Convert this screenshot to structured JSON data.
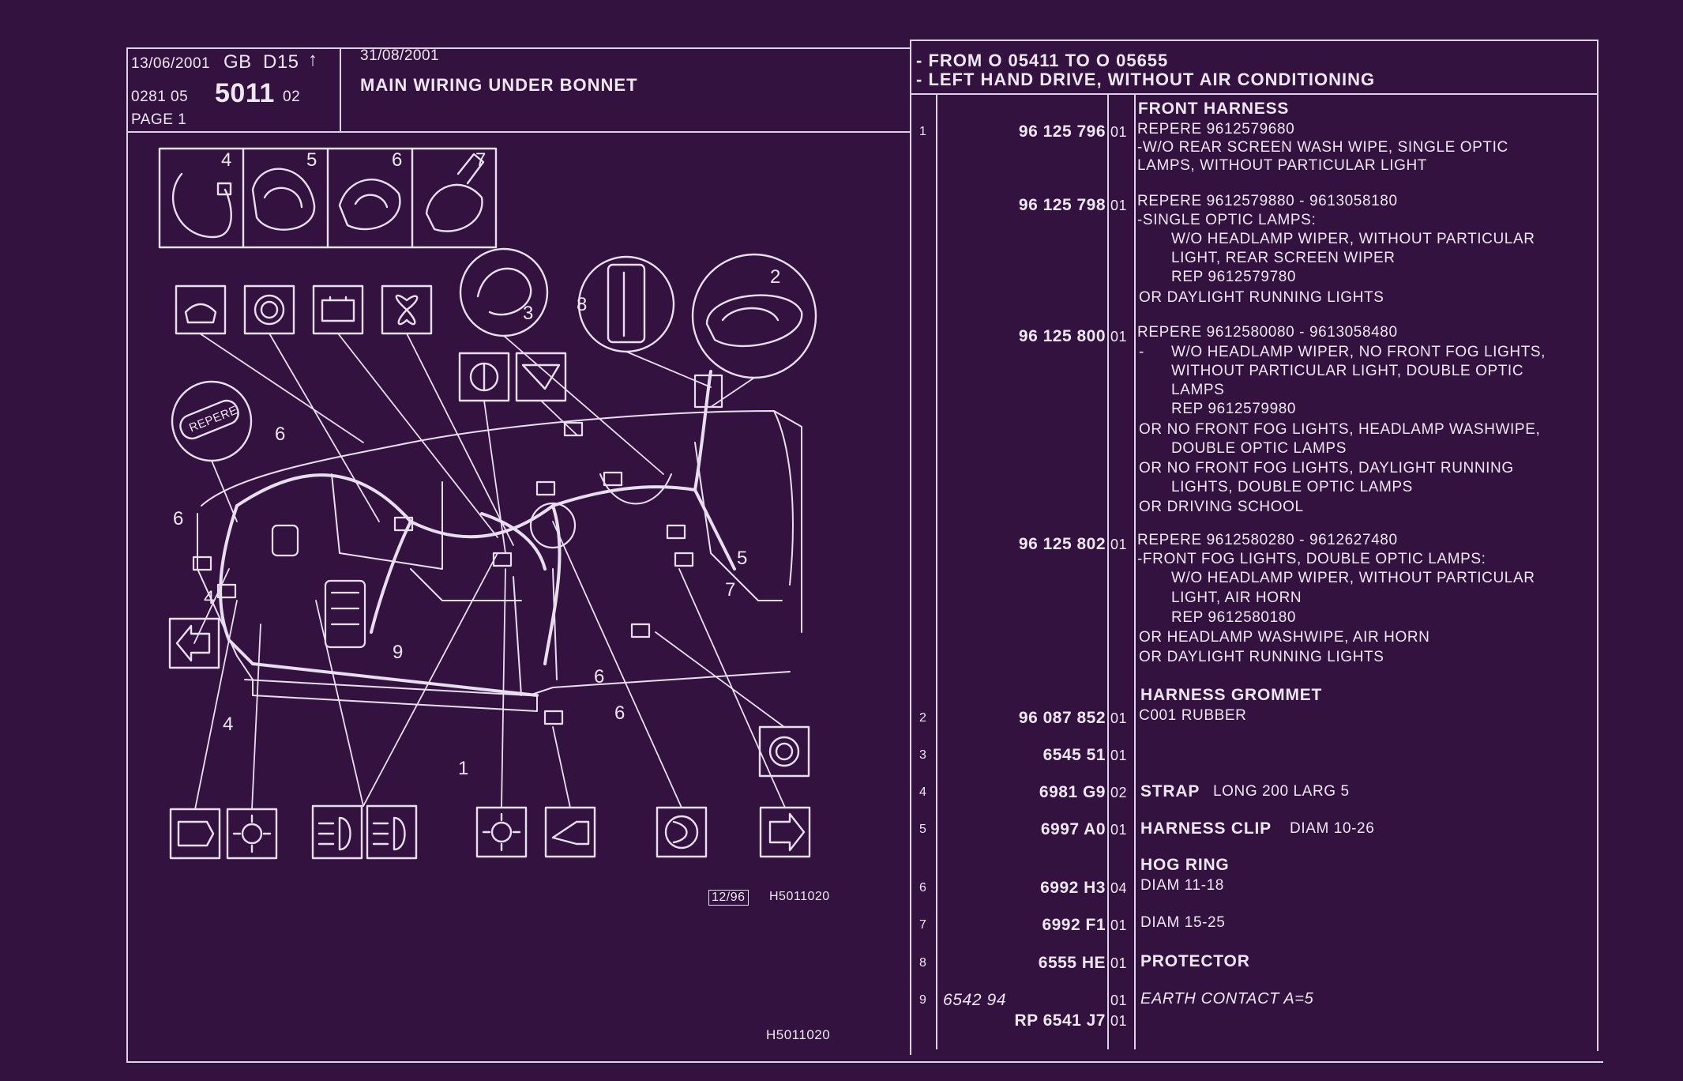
{
  "header": {
    "date1": "13/06/2001",
    "lang_code": "GB",
    "code2": "D15",
    "arrow": "↑",
    "doc_prefix": "0281 05",
    "doc_number": "5011",
    "doc_suffix": "02",
    "page": "PAGE 1",
    "date2": "31/08/2001",
    "title": "MAIN WIRING UNDER BONNET",
    "condition1": "- FROM O   05411 TO O   05655",
    "condition2": "- LEFT HAND DRIVE, WITHOUT AIR CONDITIONING"
  },
  "figure": {
    "date_code": "12/96",
    "fig_code": "H5011020",
    "bottom_code": "H5011020",
    "repere_tag": "REPERE",
    "callouts": [
      "1",
      "2",
      "3",
      "4",
      "5",
      "6",
      "7",
      "8",
      "9"
    ]
  },
  "parts": {
    "front_harness_heading": "FRONT HARNESS",
    "p1_num": "1",
    "p1a_ref": "96 125 796",
    "p1a_ind": "01",
    "p1a_lines": [
      "REPERE  9612579680",
      "-W/O REAR SCREEN WASH WIPE, SINGLE OPTIC",
      "LAMPS, WITHOUT PARTICULAR LIGHT"
    ],
    "p1b_ref": "96 125 798",
    "p1b_ind": "01",
    "p1b_lines": [
      "REPERE  9612579880 - 9613058180",
      "-SINGLE OPTIC LAMPS:",
      "W/O HEADLAMP WIPER, WITHOUT PARTICULAR",
      "LIGHT, REAR SCREEN WIPER",
      "REP 9612579780",
      "OR DAYLIGHT RUNNING LIGHTS"
    ],
    "p1c_ref": "96 125 800",
    "p1c_ind": "01",
    "p1c_lines": [
      "REPERE  9612580080 - 9613058480",
      "-",
      "W/O HEADLAMP WIPER, NO FRONT FOG LIGHTS,",
      "WITHOUT PARTICULAR LIGHT, DOUBLE OPTIC",
      "LAMPS",
      "REP 9612579980",
      "OR NO FRONT FOG LIGHTS, HEADLAMP WASHWIPE,",
      "DOUBLE OPTIC LAMPS",
      "OR NO FRONT FOG LIGHTS, DAYLIGHT RUNNING",
      "LIGHTS, DOUBLE OPTIC LAMPS",
      "OR DRIVING SCHOOL"
    ],
    "p1d_ref": "96 125 802",
    "p1d_ind": "01",
    "p1d_lines": [
      "REPERE  9612580280 - 9612627480",
      "-FRONT FOG LIGHTS, DOUBLE OPTIC LAMPS:",
      "W/O HEADLAMP WIPER, WITHOUT PARTICULAR",
      "LIGHT, AIR HORN",
      "REP 9612580180",
      "OR HEADLAMP WASHWIPE, AIR HORN",
      "OR DAYLIGHT RUNNING LIGHTS"
    ],
    "grommet_heading": "HARNESS GROMMET",
    "p2_num": "2",
    "p2_ref": "96 087 852",
    "p2_ind": "01",
    "p2_desc": "C001 RUBBER",
    "p3_num": "3",
    "p3_ref": "6545 51",
    "p3_ind": "01",
    "p4_num": "4",
    "p4_ref": "6981 G9",
    "p4_ind": "02",
    "p4_name": "STRAP",
    "p4_desc": "LONG 200 LARG 5",
    "p5_num": "5",
    "p5_ref": "6997 A0",
    "p5_ind": "01",
    "p5_name": "HARNESS CLIP",
    "p5_desc": "DIAM 10-26",
    "hog_heading": "HOG RING",
    "p6_num": "6",
    "p6_ref": "6992 H3",
    "p6_ind": "04",
    "p6_desc": "DIAM 11-18",
    "p7_num": "7",
    "p7_ref": "6992 F1",
    "p7_ind": "01",
    "p7_desc": "DIAM 15-25",
    "p8_num": "8",
    "p8_ref": "6555 HE",
    "p8_ind": "01",
    "p8_name": "PROTECTOR",
    "p9_num": "9",
    "p9_ref": "6542 94",
    "p9_ind": "01",
    "p9_desc": "EARTH CONTACT A=5",
    "p9b_ref": "RP  6541 J7",
    "p9b_ind": "01"
  },
  "colors": {
    "background": "#34123f",
    "ink": "#efe6f4"
  }
}
